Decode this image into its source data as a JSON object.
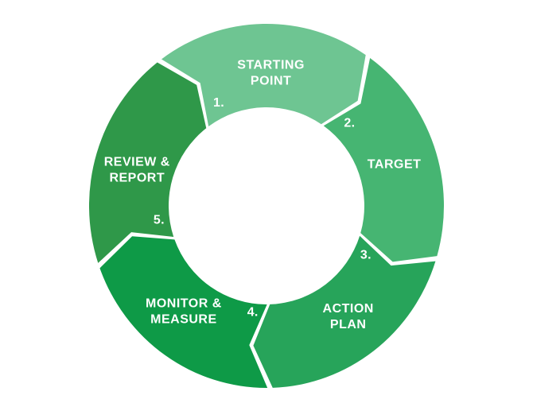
{
  "diagram": {
    "type": "cycle",
    "direction": "clockwise",
    "background_color": "#ffffff",
    "text_color": "#ffffff",
    "segments": [
      {
        "number": "1.",
        "label": "STARTING POINT",
        "label_lines": [
          "STARTING",
          "POINT"
        ],
        "color": "#6EC592"
      },
      {
        "number": "2.",
        "label": "TARGET",
        "label_lines": [
          "TARGET"
        ],
        "color": "#46B572"
      },
      {
        "number": "3.",
        "label": "ACTION PLAN",
        "label_lines": [
          "ACTION",
          "PLAN"
        ],
        "color": "#27A45A"
      },
      {
        "number": "4.",
        "label": "MONITOR & MEASURE",
        "label_lines": [
          "MONITOR &",
          "MEASURE"
        ],
        "color": "#0E9A47"
      },
      {
        "number": "5.",
        "label": "REVIEW & REPORT",
        "label_lines": [
          "REVIEW &",
          "REPORT"
        ],
        "color": "#2F9849"
      }
    ]
  }
}
